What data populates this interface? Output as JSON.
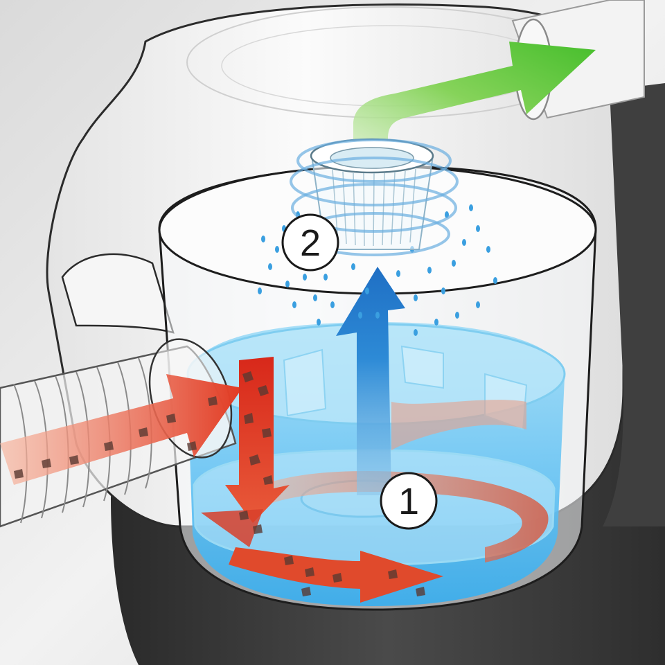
{
  "diagram": {
    "steps": [
      {
        "label": "1",
        "description": ""
      },
      {
        "label": "2",
        "description": ""
      }
    ],
    "flows": [
      {
        "name": "dirty-air-inflow",
        "color": "#e2442a"
      },
      {
        "name": "water-filtered-upflow",
        "color": "#1d7fd1"
      },
      {
        "name": "clean-air-outflow",
        "color": "#4fc23a"
      }
    ],
    "colors": {
      "water": "#5fc2f0",
      "body": "#f4f4f4",
      "base": "#3b3b3b",
      "outline": "#2b2b2b"
    }
  }
}
